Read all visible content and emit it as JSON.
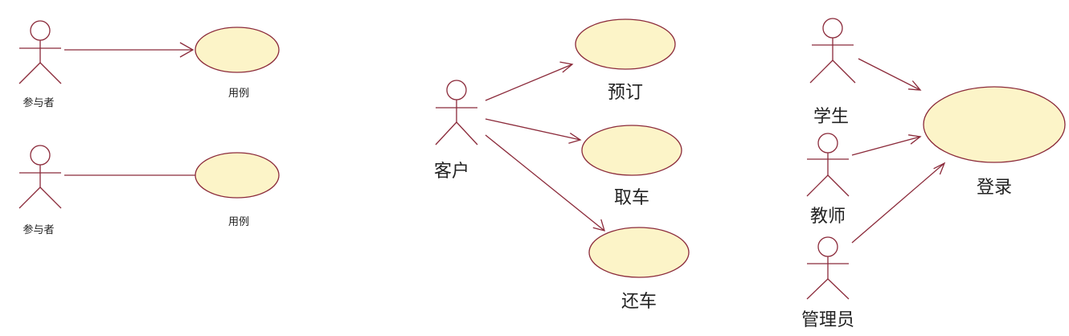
{
  "diagram_type": "UML use case diagram",
  "colors": {
    "outline": "#8b2a3a",
    "usecase_fill": "#fcf4c8",
    "text": "#222222"
  },
  "panels": [
    {
      "actors": [
        {
          "label": "参与者"
        },
        {
          "label": "参与者"
        }
      ],
      "usecases": [
        {
          "label": "用例"
        },
        {
          "label": "用例"
        }
      ],
      "links": [
        {
          "from": "参与者",
          "to": "用例",
          "arrow": true
        },
        {
          "from": "参与者",
          "to": "用例",
          "arrow": false
        }
      ]
    },
    {
      "actors": [
        {
          "label": "客户"
        }
      ],
      "usecases": [
        {
          "label": "预订"
        },
        {
          "label": "取车"
        },
        {
          "label": "还车"
        }
      ],
      "links": [
        {
          "from": "客户",
          "to": "预订",
          "arrow": true
        },
        {
          "from": "客户",
          "to": "取车",
          "arrow": true
        },
        {
          "from": "客户",
          "to": "还车",
          "arrow": true
        }
      ]
    },
    {
      "actors": [
        {
          "label": "学生"
        },
        {
          "label": "教师"
        },
        {
          "label": "管理员"
        }
      ],
      "usecases": [
        {
          "label": "登录"
        }
      ],
      "links": [
        {
          "from": "学生",
          "to": "登录",
          "arrow": true
        },
        {
          "from": "教师",
          "to": "登录",
          "arrow": true
        },
        {
          "from": "管理员",
          "to": "登录",
          "arrow": true
        }
      ]
    }
  ]
}
